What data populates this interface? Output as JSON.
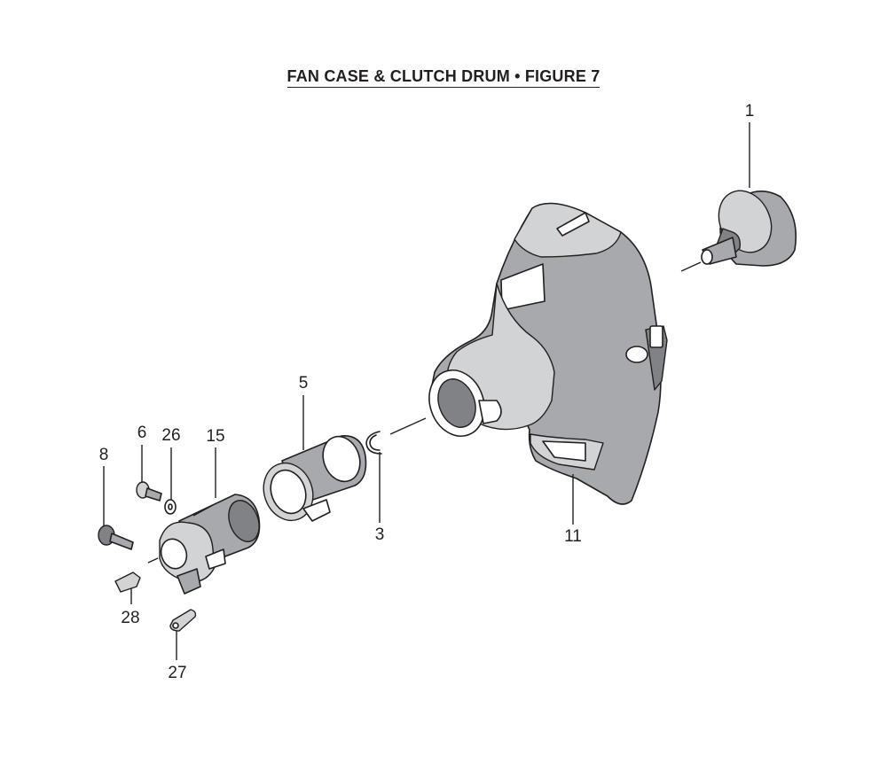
{
  "title": "FAN CASE & CLUTCH DRUM  •  FIGURE 7",
  "callouts": [
    {
      "id": "1",
      "label": "1"
    },
    {
      "id": "3",
      "label": "3"
    },
    {
      "id": "5",
      "label": "5"
    },
    {
      "id": "6",
      "label": "6"
    },
    {
      "id": "8",
      "label": "8"
    },
    {
      "id": "11",
      "label": "11"
    },
    {
      "id": "15",
      "label": "15"
    },
    {
      "id": "26",
      "label": "26"
    },
    {
      "id": "27",
      "label": "27"
    },
    {
      "id": "28",
      "label": "28"
    }
  ],
  "colors": {
    "ink": "#231f20",
    "part_fill": "#a7a9ac",
    "part_light": "#d1d3d4",
    "background": "#ffffff"
  }
}
